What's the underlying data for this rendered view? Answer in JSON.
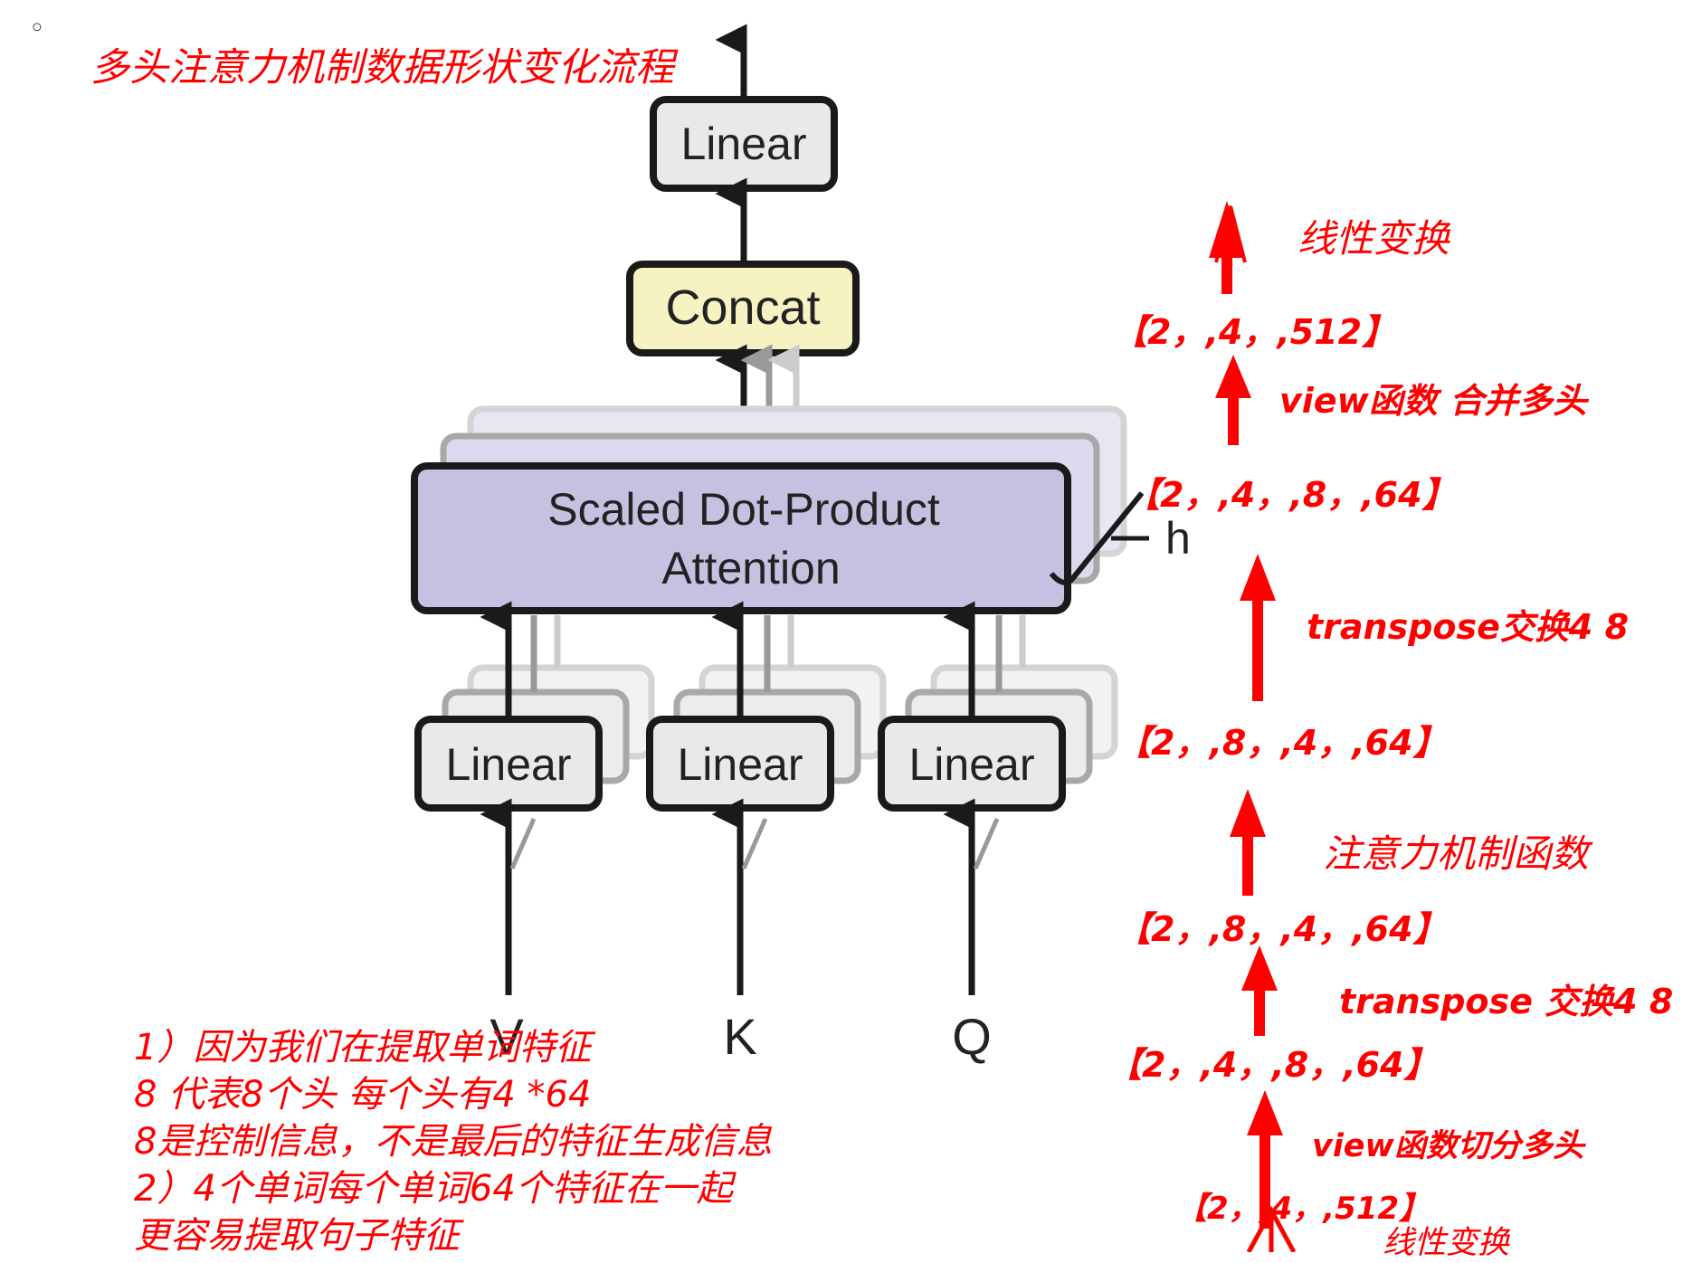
{
  "bullet": "◦",
  "title": "多头注意力机制数据形状变化流程",
  "diagram": {
    "linear_top": "Linear",
    "concat": "Concat",
    "attention_line1": "Scaled Dot-Product",
    "attention_line2": "Attention",
    "h_label": "h",
    "linear_v": "Linear",
    "linear_k": "Linear",
    "linear_q": "Linear",
    "input_v": "V",
    "input_k": "K",
    "input_q": "Q"
  },
  "right_flow": {
    "step_linear_top": "线性变换",
    "shape_1": "【2，,4，,512】",
    "step_view_merge": "view函数 合并多头",
    "shape_2": "【2，,4，,8，,64】",
    "step_transpose_1": "transpose交换4 8",
    "shape_3": "【2，,8，,4，,64】",
    "step_attention": "注意力机制函数",
    "shape_4": "【2，,8，,4，,64】",
    "step_transpose_2": "transpose 交换4 8",
    "shape_5": "【2，,4，,8，,64】",
    "step_view_split": "view函数切分多头",
    "shape_6": "【2，,4，,512】",
    "step_linear_bottom": "线性变换"
  },
  "notes": [
    "1）因为我们在提取单词特征",
    "8 代表8个头 每个头有4 *64",
    "8是控制信息，不是最后的特征生成信息",
    "2）4个单词每个单词64个特征在一起",
    "更容易提取句子特征"
  ],
  "colors": {
    "annotation": "#ff0000",
    "linear_fill": "#e8eae8",
    "concat_fill": "#f7f2c2",
    "attention_fill": "#c8c0e0",
    "outline": "#1a1a1a"
  }
}
